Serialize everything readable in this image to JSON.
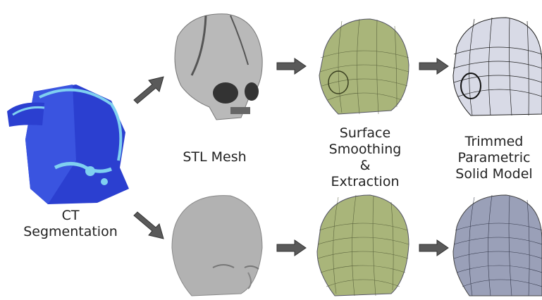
{
  "labels": {
    "ct_line1": "CT",
    "ct_line2": "Segmentation",
    "stl": "STL Mesh",
    "surface_line1": "Surface",
    "surface_line2": "Smoothing",
    "surface_line3": "&",
    "surface_line4": "Extraction",
    "trimmed_line1": "Trimmed",
    "trimmed_line2": "Parametric",
    "trimmed_line3": "Solid Model"
  },
  "colors": {
    "ct_blue": "#2b3fd0",
    "ct_light": "#7fd0f0",
    "stl_gray": "#b9b9b9",
    "smooth_green": "#a9b57a",
    "solid_gray": "#9aa0b8",
    "arrow_gray": "#5a5a5a"
  },
  "icons": [
    "arrow-right-icon",
    "arrow-diagonal-up-icon",
    "arrow-diagonal-down-icon"
  ]
}
